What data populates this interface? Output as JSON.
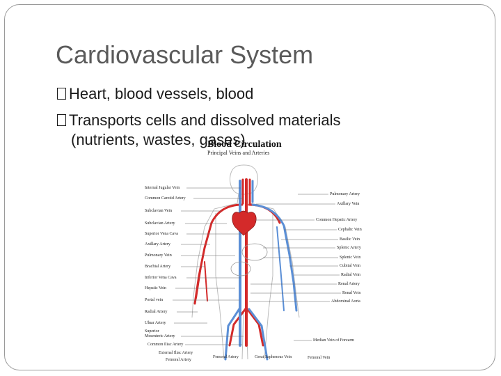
{
  "slide": {
    "title": "Cardiovascular System",
    "bullets": [
      "Heart, blood vessels, blood",
      "Transports cells and dissolved materials"
    ],
    "bullet_continuation": "(nutrients, wastes, gases)"
  },
  "diagram": {
    "title": "Blood Circulation",
    "subtitle": "Principal Veins and Arteries",
    "colors": {
      "artery": "#d42a2a",
      "vein": "#5b8fd6"
    },
    "left_labels": [
      "Internal Jugular Vein",
      "Common Carotid Artery",
      "Subclavian Vein",
      "Subclavian Artery",
      "Superior Vena Cava",
      "Axillary Artery",
      "Pulmonary Vein",
      "Brachial Artery",
      "Inferior Vena Cava",
      "Hepatic Vein",
      "Portal vein",
      "Radial Artery",
      "Ulnar Artery",
      "Superior",
      "Mesenteric Artery",
      "Common Iliac Artery",
      "External Iliac Artery",
      "Femoral Artery"
    ],
    "right_labels": [
      "Pulmonary Artery",
      "Axillary Vein",
      "Common Hepatic Artery",
      "Cephalic Vein",
      "Basilic Vein",
      "Splenic Artery",
      "Splenic Vein",
      "Cubital Vein",
      "Radial Vein",
      "Renal Artery",
      "Renal Vein",
      "Abdominal Aorta"
    ],
    "bottom_labels": [
      "Femoral Artery",
      "Great Saphenous Vein",
      "Femoral Vein",
      "Median Vein of Forearm"
    ]
  }
}
